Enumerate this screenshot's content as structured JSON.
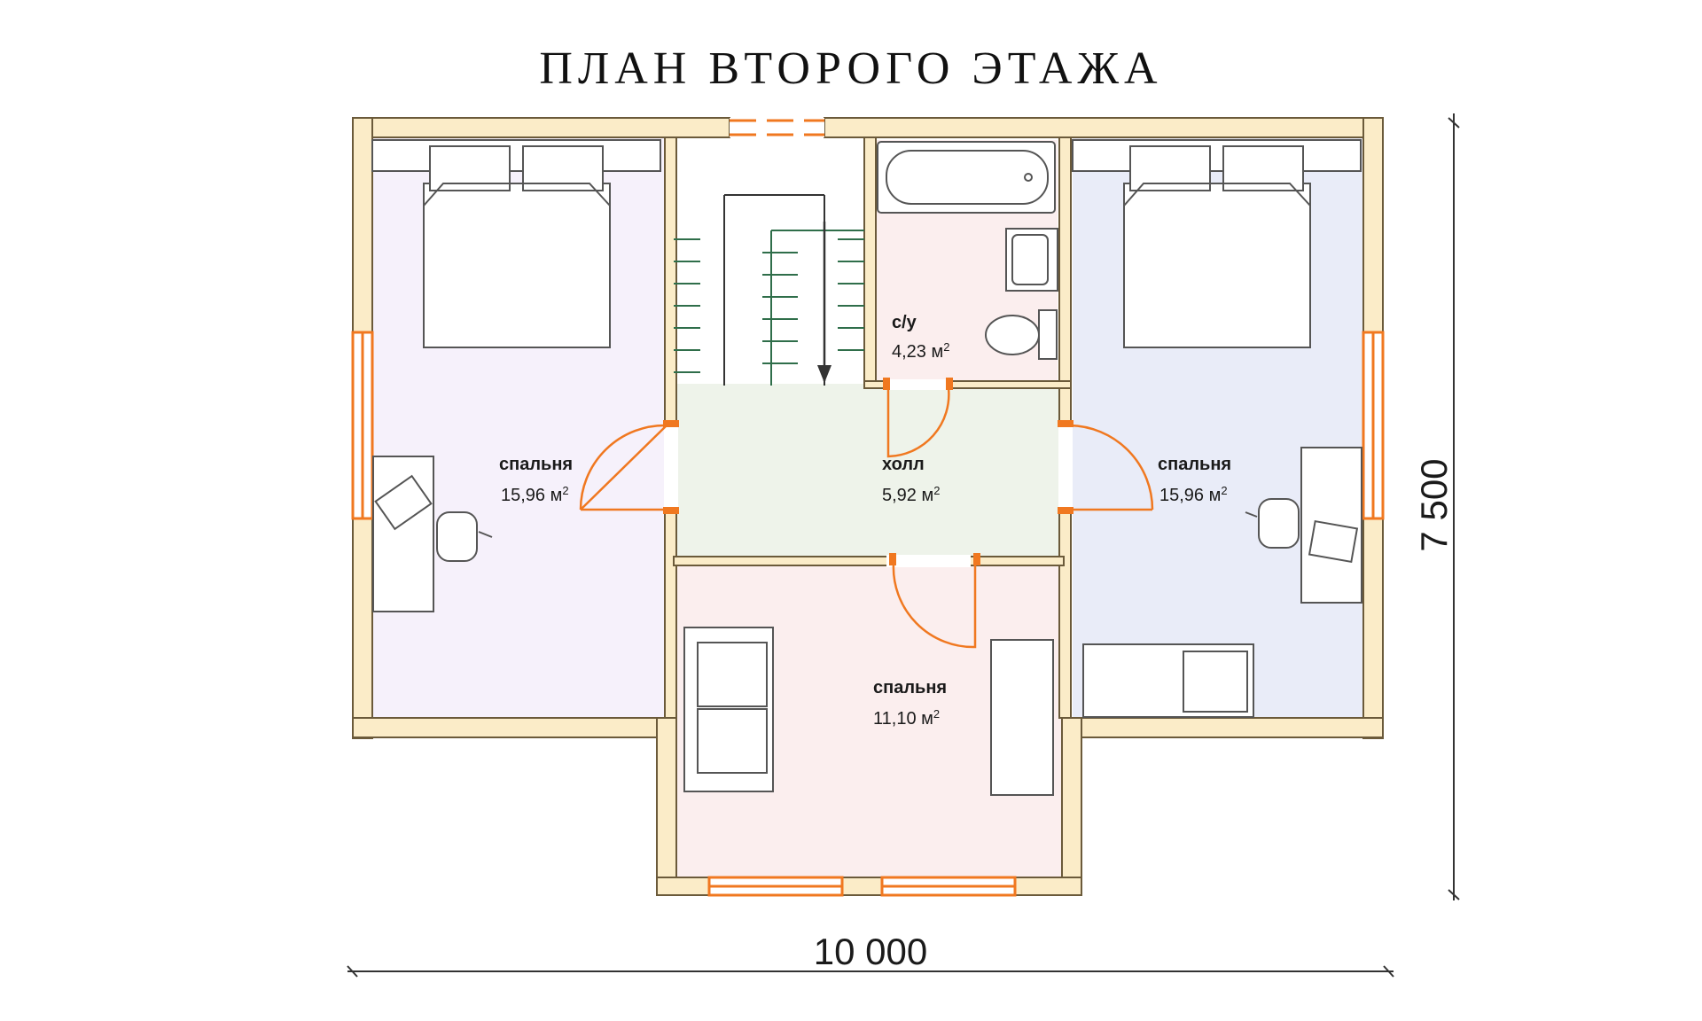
{
  "title": "ПЛАН ВТОРОГО ЭТАЖА",
  "colors": {
    "wall": "#fbecc8",
    "wall_stroke": "#6b5a3a",
    "door_swing": "#f07820",
    "bedroom_left": "#f6f1fb",
    "bedroom_right": "#e9ecf8",
    "bedroom_bottom": "#fbeeee",
    "hall": "#eef3ea",
    "bathroom": "#fbeeee",
    "stair_tread": "#2f6e4a"
  },
  "rooms": {
    "bedroom_left": {
      "name": "спальня",
      "area": "15,96 м",
      "unit_sup": "2"
    },
    "bedroom_right": {
      "name": "спальня",
      "area": "15,96 м",
      "unit_sup": "2"
    },
    "bedroom_bottom": {
      "name": "спальня",
      "area": "11,10 м",
      "unit_sup": "2"
    },
    "hall": {
      "name": "холл",
      "area": "5,92 м",
      "unit_sup": "2"
    },
    "bathroom": {
      "name": "с/у",
      "area": "4,23 м",
      "unit_sup": "2"
    }
  },
  "dimensions": {
    "width": "10 000",
    "height": "7 500"
  }
}
